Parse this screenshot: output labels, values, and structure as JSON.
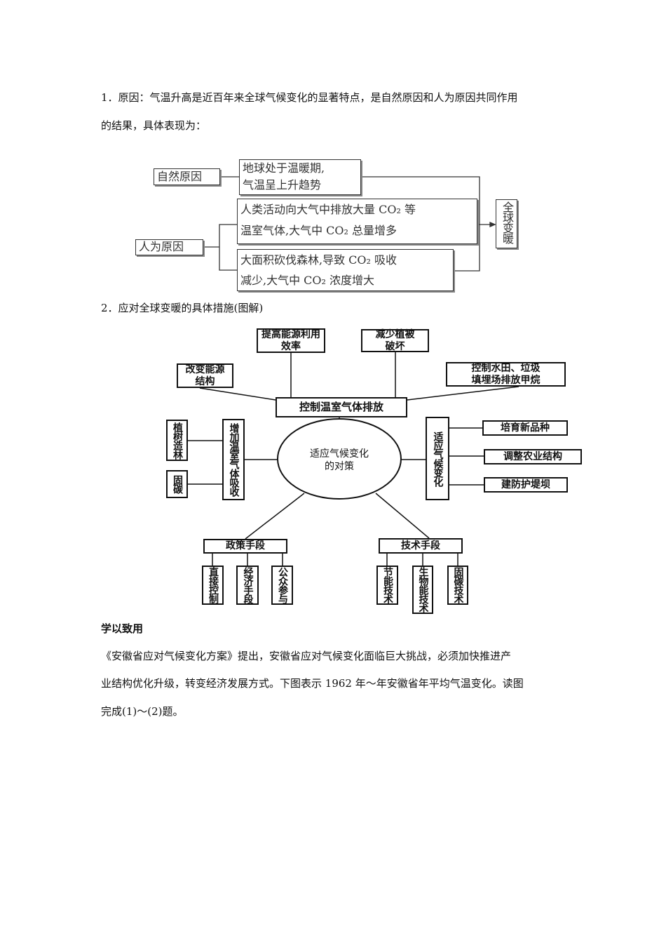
{
  "section1": {
    "line1": "1．原因：气温升高是近百年来全球气候变化的显著特点，是自然原因和人为原因共同作用",
    "line2": "的结果，具体表现为："
  },
  "diagram1": {
    "natural": "自然原因",
    "natural_detail_1": "地球处于温暖期,",
    "natural_detail_2": "气温呈上升趋势",
    "human": "人为原因",
    "human_a_1": "人类活动向大气中排放大量 CO₂ 等",
    "human_a_2": "温室气体,大气中 CO₂ 总量增多",
    "human_b_1": "大面积砍伐森林,导致 CO₂ 吸收",
    "human_b_2": "减少,大气中 CO₂ 浓度增大",
    "result": "全球变暖"
  },
  "section2": {
    "heading": "2．应对全球变暖的具体措施(图解)"
  },
  "diagram2": {
    "center": "适应气候变化的对策",
    "control": "控制温室气体排放",
    "c1": "提高能源利用效率",
    "c2": "减少植被破坏",
    "c3": "改变能源结构",
    "c4a": "控制水田、垃圾",
    "c4b": "填埋场排放甲烷",
    "absorb": "增加温室气体吸收",
    "a1": "植树造林",
    "a2": "固碳",
    "adapt": "适应气候变化",
    "d1": "培育新品种",
    "d2": "调整农业结构",
    "d3": "建防护堤坝",
    "policy": "政策手段",
    "p1": "直接控制",
    "p2": "经济手段",
    "p3": "公众参与",
    "tech": "技术手段",
    "t1": "节能技术",
    "t2": "生物能技术",
    "t3": "固碳技术"
  },
  "practice": {
    "heading": "学以致用",
    "line1": "《安徽省应对气候变化方案》提出，安徽省应对气候变化面临巨大挑战，必须加快推进产",
    "line2": "业结构优化升级，转变经济发展方式。下图表示 1962 年～年安徽省年平均气温变化。读图",
    "line3": "完成(1)～(2)题。"
  }
}
